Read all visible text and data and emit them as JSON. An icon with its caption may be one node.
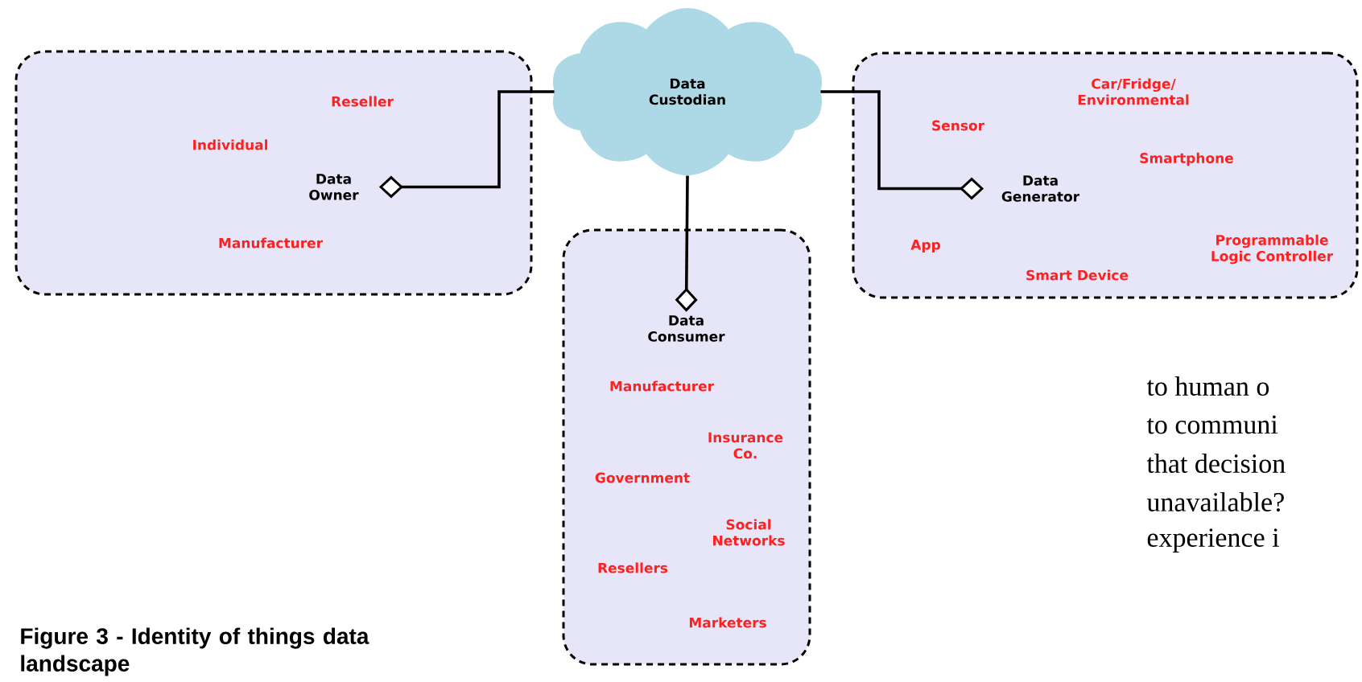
{
  "diagram": {
    "caption": "Figure 3 - Identity of things data landscape",
    "nodes": [
      {
        "text": [
          "Data Custodian"
        ]
      },
      {
        "text": [
          "Reseller",
          "Individual",
          "Manufacturer"
        ]
      },
      {
        "text": [
          "Data Owner"
        ],
        "in": 1
      },
      {
        "text": [
          "Car/Fridge/ Environmental",
          "Sensor",
          "Smartphone",
          "App",
          "Smart Device",
          "Programmable Logic Controller"
        ]
      },
      {
        "text": [
          "Data Generator"
        ],
        "in": 3
      },
      {
        "text": [
          "Manufacturer",
          "Insurance Co.",
          "Government",
          "Social Networks",
          "Resellers",
          "Marketers"
        ]
      },
      {
        "text": [
          "Data Consumer"
        ],
        "in": 5
      }
    ],
    "edges": [
      {
        "from": 0,
        "to": 2,
        "arrow": "other"
      },
      {
        "from": 0,
        "to": 4,
        "arrow": "other"
      },
      {
        "from": 0,
        "to": 6,
        "arrow": "other"
      }
    ],
    "labels": [
      "to human o",
      "to communi",
      "that decision",
      "unavailable?",
      "experience i"
    ]
  }
}
